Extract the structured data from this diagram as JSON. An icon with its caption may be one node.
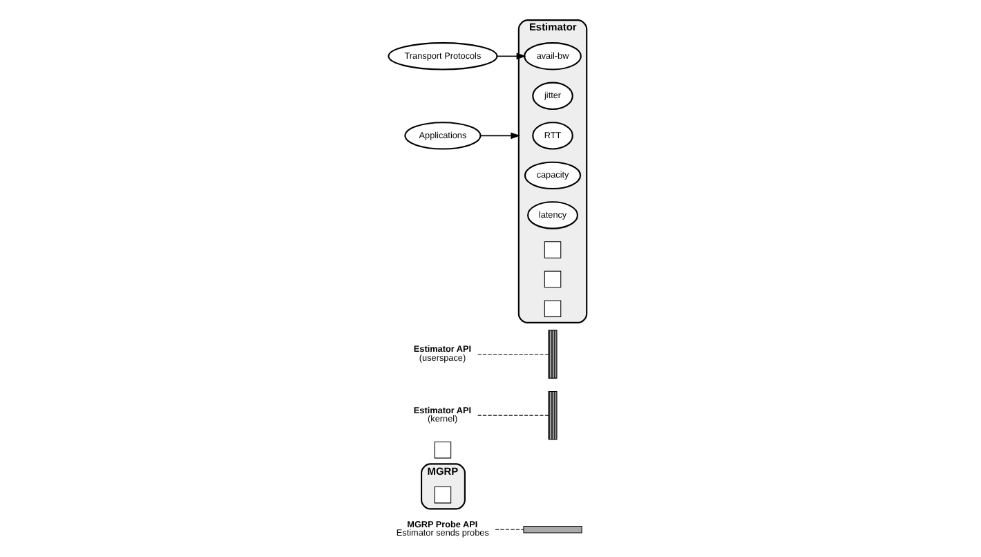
{
  "diagram": {
    "nodes": [
      {
        "text": [
          "Estimator"
        ]
      },
      {
        "text": [
          "RTT"
        ],
        "in": 0
      },
      {
        "text": [
          "jitter"
        ],
        "in": 0
      },
      {
        "text": [
          "avail-bw"
        ],
        "in": 0
      },
      {
        "text": [
          "capacity"
        ],
        "in": 0
      },
      {
        "text": [
          "latency"
        ],
        "in": 0
      },
      {
        "text": [],
        "shape": "box",
        "in": 0
      },
      {
        "text": [],
        "shape": "box",
        "in": 0
      },
      {
        "text": [],
        "shape": "box",
        "in": 0
      },
      {
        "text": [
          "Applications"
        ]
      },
      {
        "text": [
          "Transport Protocols"
        ]
      },
      {
        "text": [
          "Estimator API",
          "(userspace)"
        ]
      },
      {
        "text": [],
        "shape": "bar"
      },
      {
        "text": [
          "Estimator API",
          "(kernel)"
        ]
      },
      {
        "text": [],
        "shape": "bar"
      },
      {
        "text": [],
        "shape": "box"
      },
      {
        "text": [
          "MGRP"
        ]
      },
      {
        "text": [],
        "shape": "bar"
      },
      {
        "text": [],
        "shape": "box",
        "in": 16
      },
      {
        "text": [
          "MGRP Probe API",
          "Estimator sends probes"
        ]
      }
    ],
    "edges": [
      {
        "from": 9,
        "to": 0,
        "arrow": "to"
      },
      {
        "from": 10,
        "to": 3,
        "arrow": "to"
      },
      {
        "from": 11,
        "to": 12,
        "arrow": "none",
        "style": "dashed"
      },
      {
        "from": 13,
        "to": 14,
        "arrow": "none",
        "style": "dashed"
      },
      {
        "from": 19,
        "to": 17,
        "arrow": "none",
        "style": "dashed"
      }
    ]
  }
}
